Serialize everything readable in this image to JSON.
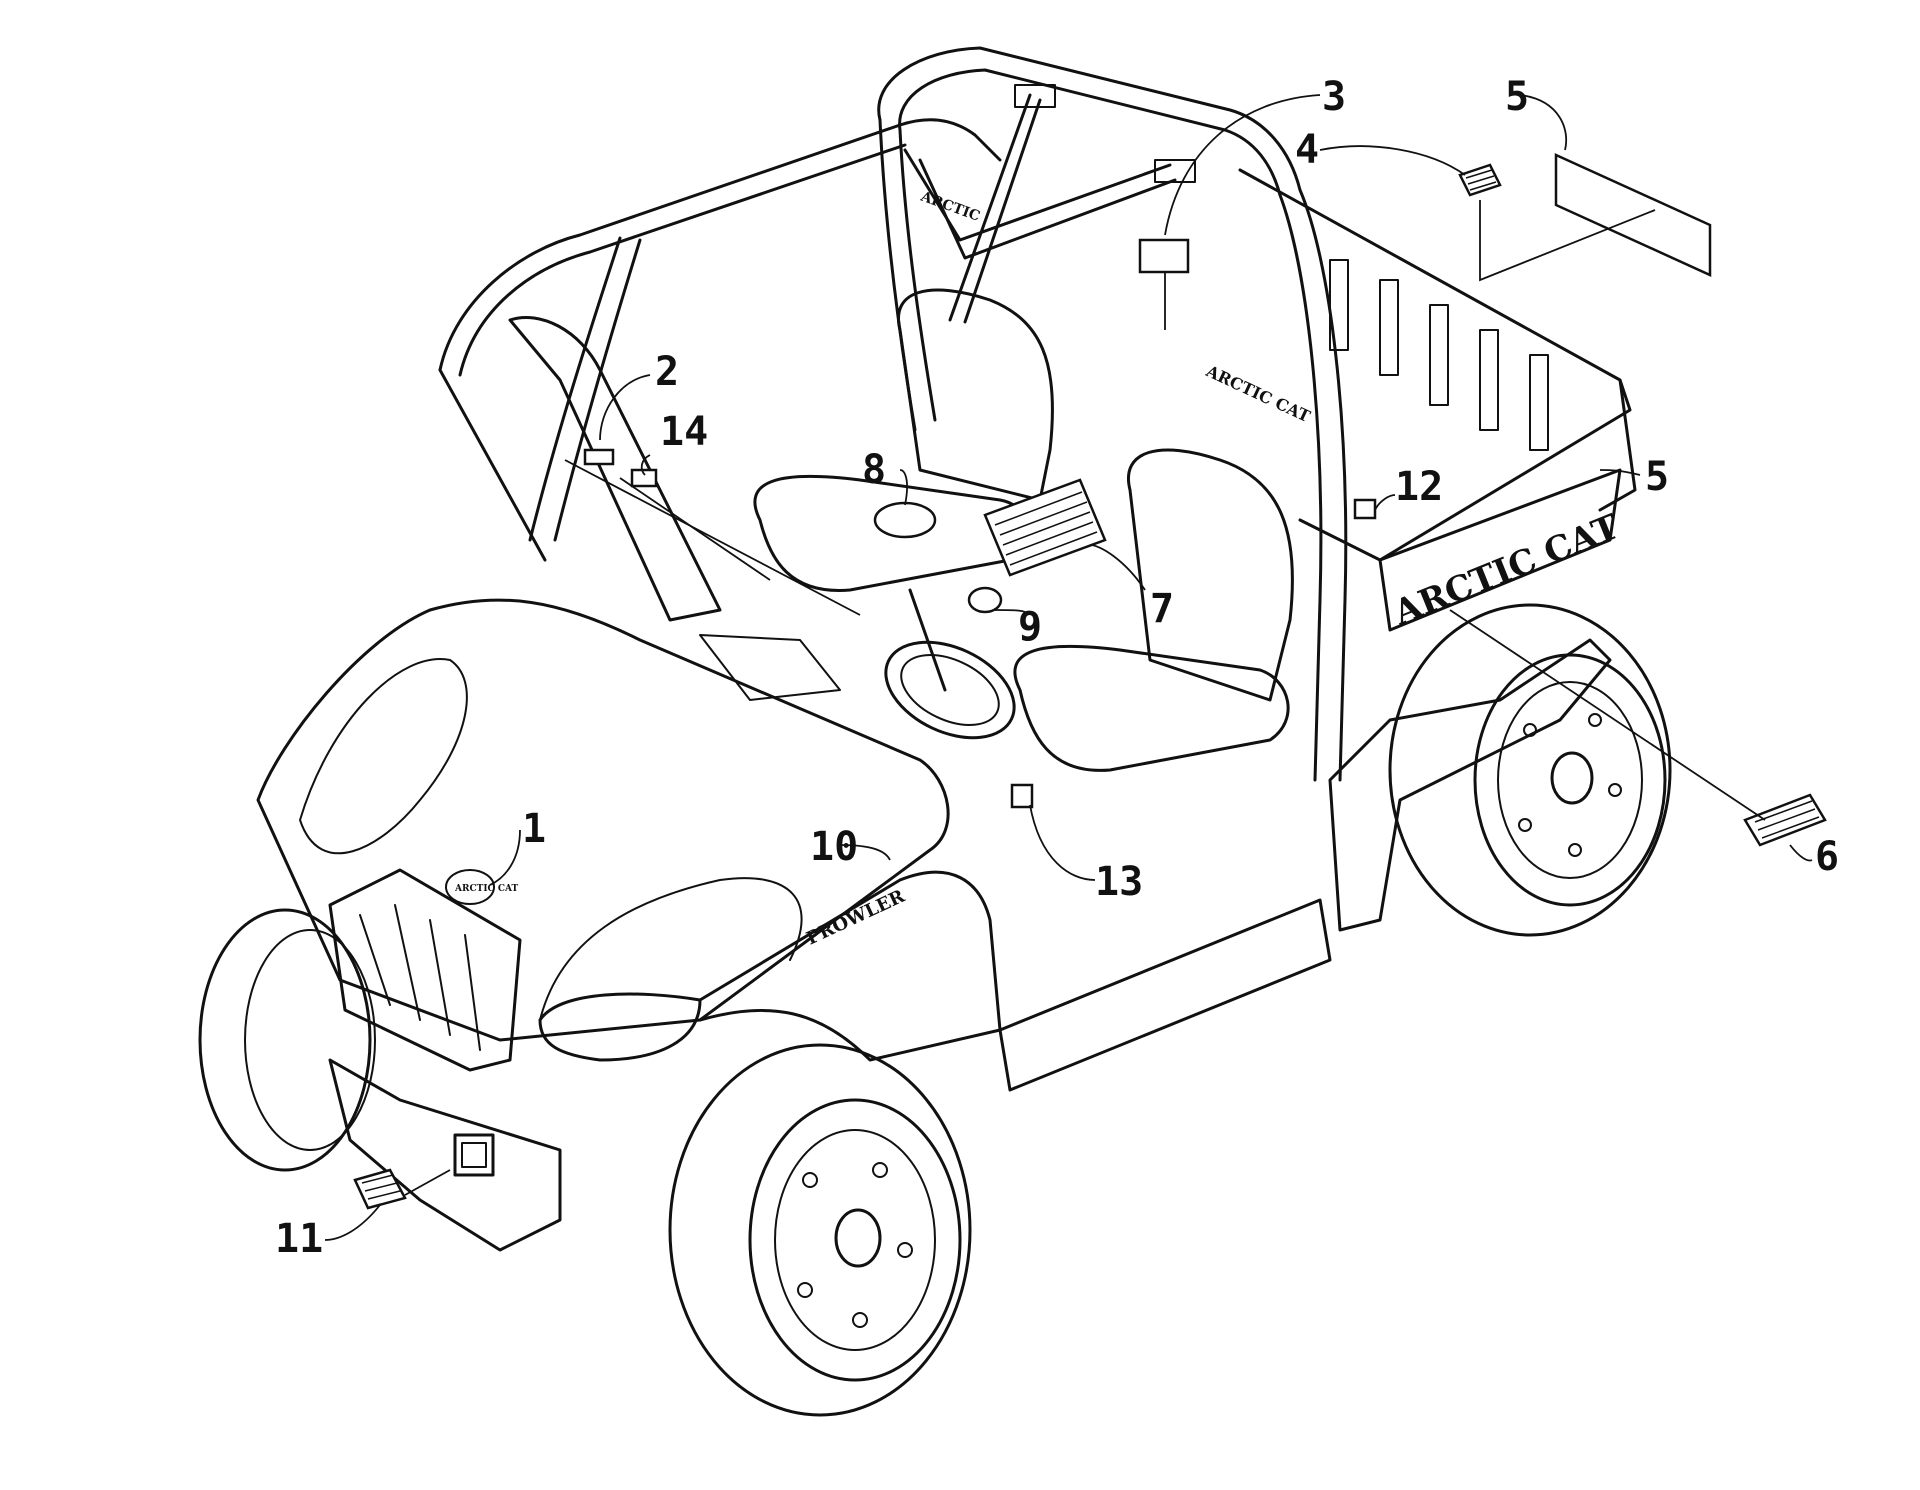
{
  "callouts": [
    {
      "id": "1",
      "label": "1"
    },
    {
      "id": "2",
      "label": "2"
    },
    {
      "id": "3",
      "label": "3"
    },
    {
      "id": "4",
      "label": "4"
    },
    {
      "id": "5a",
      "label": "5"
    },
    {
      "id": "5b",
      "label": "5"
    },
    {
      "id": "6",
      "label": "6"
    },
    {
      "id": "7",
      "label": "7"
    },
    {
      "id": "8",
      "label": "8"
    },
    {
      "id": "9",
      "label": "9"
    },
    {
      "id": "10",
      "label": "10"
    },
    {
      "id": "11",
      "label": "11"
    },
    {
      "id": "12",
      "label": "12"
    },
    {
      "id": "13",
      "label": "13"
    },
    {
      "id": "14",
      "label": "14"
    }
  ],
  "vehicle_text": {
    "seat_brand": "ARCTIC CAT",
    "rollbar_brand": "ARCTIC",
    "bed_brand": "ARCTIC CAT",
    "model_name": "PROWLER"
  }
}
